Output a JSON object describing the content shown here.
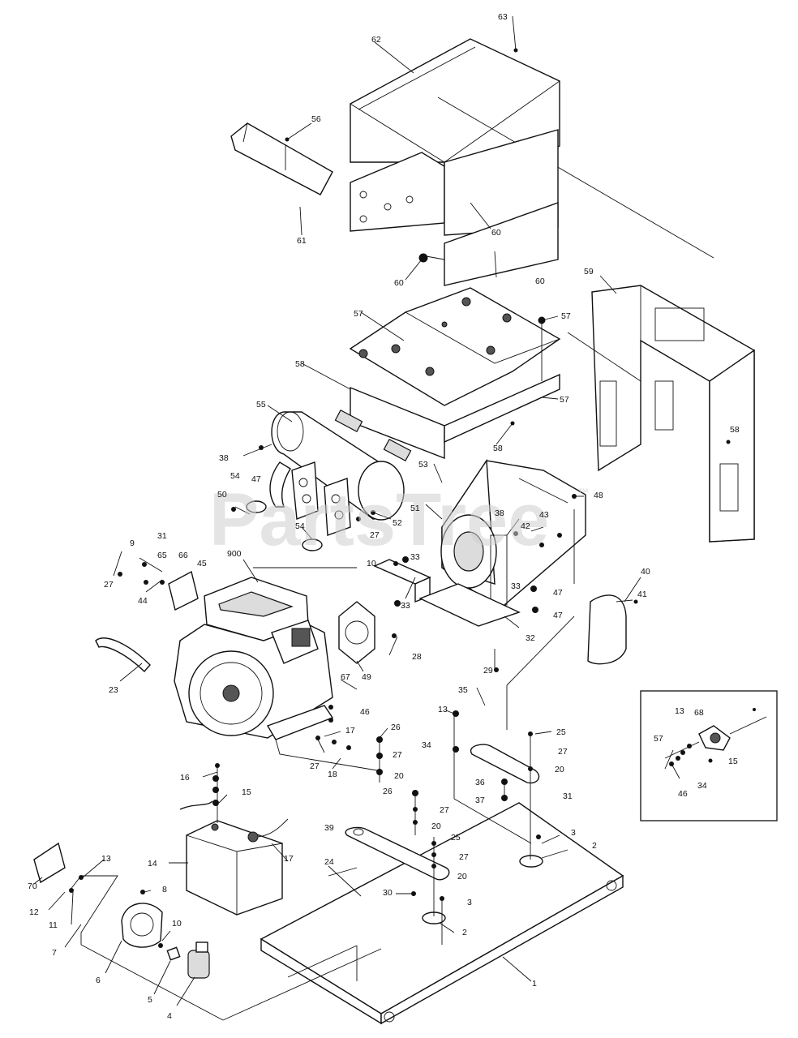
{
  "watermark": {
    "text": "PartsTree",
    "mark": "™"
  },
  "labels": [
    {
      "id": "p63",
      "text": "63"
    },
    {
      "id": "p62",
      "text": "62"
    },
    {
      "id": "p56",
      "text": "56"
    },
    {
      "id": "p61",
      "text": "61"
    },
    {
      "id": "p60a",
      "text": "60"
    },
    {
      "id": "p60b",
      "text": "60"
    },
    {
      "id": "p60c",
      "text": "60"
    },
    {
      "id": "p59",
      "text": "59"
    },
    {
      "id": "p57a",
      "text": "57"
    },
    {
      "id": "p57b",
      "text": "57"
    },
    {
      "id": "p57c",
      "text": "57"
    },
    {
      "id": "p58a",
      "text": "58"
    },
    {
      "id": "p58b",
      "text": "58"
    },
    {
      "id": "p58c",
      "text": "58"
    },
    {
      "id": "p55",
      "text": "55"
    },
    {
      "id": "p38a",
      "text": "38"
    },
    {
      "id": "p47a",
      "text": "47"
    },
    {
      "id": "p54a",
      "text": "54"
    },
    {
      "id": "p50",
      "text": "50"
    },
    {
      "id": "p53",
      "text": "53"
    },
    {
      "id": "p52",
      "text": "52"
    },
    {
      "id": "p27a",
      "text": "27"
    },
    {
      "id": "p54b",
      "text": "54"
    },
    {
      "id": "p51",
      "text": "51"
    },
    {
      "id": "p38b",
      "text": "38"
    },
    {
      "id": "p42",
      "text": "42"
    },
    {
      "id": "p43",
      "text": "43"
    },
    {
      "id": "p48",
      "text": "48"
    },
    {
      "id": "p47b",
      "text": "47"
    },
    {
      "id": "p33a",
      "text": "33"
    },
    {
      "id": "p10a",
      "text": "10"
    },
    {
      "id": "p33b",
      "text": "33"
    },
    {
      "id": "p33c",
      "text": "33"
    },
    {
      "id": "p47c",
      "text": "47"
    },
    {
      "id": "p40",
      "text": "40"
    },
    {
      "id": "p41",
      "text": "41"
    },
    {
      "id": "p32",
      "text": "32"
    },
    {
      "id": "p29",
      "text": "29"
    },
    {
      "id": "p9",
      "text": "9"
    },
    {
      "id": "p31",
      "text": "31"
    },
    {
      "id": "p65",
      "text": "65"
    },
    {
      "id": "p66",
      "text": "66"
    },
    {
      "id": "p45",
      "text": "45"
    },
    {
      "id": "p900",
      "text": "900"
    },
    {
      "id": "p27b",
      "text": "27"
    },
    {
      "id": "p44",
      "text": "44"
    },
    {
      "id": "p23",
      "text": "23"
    },
    {
      "id": "p28",
      "text": "28"
    },
    {
      "id": "p49",
      "text": "49"
    },
    {
      "id": "p67",
      "text": "67"
    },
    {
      "id": "p46a",
      "text": "46"
    },
    {
      "id": "p17a",
      "text": "17"
    },
    {
      "id": "p27c",
      "text": "27"
    },
    {
      "id": "p18",
      "text": "18"
    },
    {
      "id": "p35",
      "text": "35"
    },
    {
      "id": "p13a",
      "text": "13"
    },
    {
      "id": "p34a",
      "text": "34"
    },
    {
      "id": "p26a",
      "text": "26"
    },
    {
      "id": "p27d",
      "text": "27"
    },
    {
      "id": "p20a",
      "text": "20"
    },
    {
      "id": "p25a",
      "text": "25"
    },
    {
      "id": "p27e",
      "text": "27"
    },
    {
      "id": "p20b",
      "text": "20"
    },
    {
      "id": "p36",
      "text": "36"
    },
    {
      "id": "p37",
      "text": "37"
    },
    {
      "id": "p31b",
      "text": "31"
    },
    {
      "id": "p16",
      "text": "16"
    },
    {
      "id": "p15a",
      "text": "15"
    },
    {
      "id": "p26b",
      "text": "26"
    },
    {
      "id": "p27f",
      "text": "27"
    },
    {
      "id": "p20c",
      "text": "20"
    },
    {
      "id": "p39",
      "text": "39"
    },
    {
      "id": "p25b",
      "text": "25"
    },
    {
      "id": "p27g",
      "text": "27"
    },
    {
      "id": "p20d",
      "text": "20"
    },
    {
      "id": "p3a",
      "text": "3"
    },
    {
      "id": "p2a",
      "text": "2"
    },
    {
      "id": "p17b",
      "text": "17"
    },
    {
      "id": "p14",
      "text": "14"
    },
    {
      "id": "p24",
      "text": "24"
    },
    {
      "id": "p30",
      "text": "30"
    },
    {
      "id": "p3b",
      "text": "3"
    },
    {
      "id": "p2b",
      "text": "2"
    },
    {
      "id": "p70",
      "text": "70"
    },
    {
      "id": "p13b",
      "text": "13"
    },
    {
      "id": "p12",
      "text": "12"
    },
    {
      "id": "p11",
      "text": "11"
    },
    {
      "id": "p8",
      "text": "8"
    },
    {
      "id": "p10b",
      "text": "10"
    },
    {
      "id": "p7",
      "text": "7"
    },
    {
      "id": "p6",
      "text": "6"
    },
    {
      "id": "p5",
      "text": "5"
    },
    {
      "id": "p4",
      "text": "4"
    },
    {
      "id": "p1",
      "text": "1"
    },
    {
      "id": "i13",
      "text": "13"
    },
    {
      "id": "i68",
      "text": "68"
    },
    {
      "id": "i57",
      "text": "57"
    },
    {
      "id": "i15",
      "text": "15"
    },
    {
      "id": "i34",
      "text": "34"
    },
    {
      "id": "i46",
      "text": "46"
    }
  ]
}
